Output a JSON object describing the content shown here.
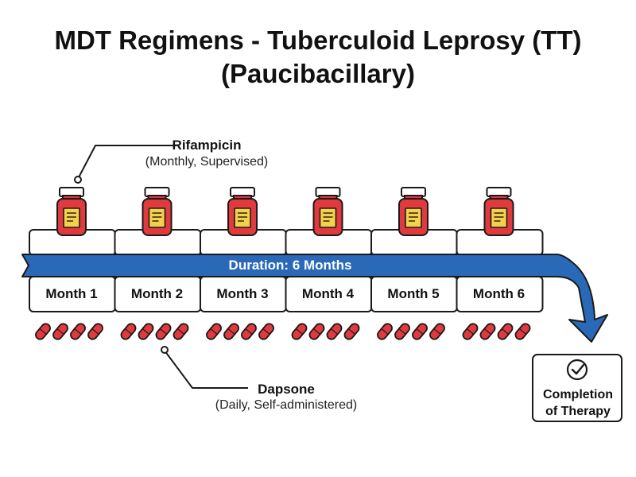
{
  "title_line1": "MDT Regimens - Tuberculoid Leprosy (TT)",
  "title_line2": "(Paucibacillary)",
  "rifampicin": {
    "name": "Rifampicin",
    "detail": "(Monthly, Supervised)"
  },
  "dapsone": {
    "name": "Dapsone",
    "detail": "(Daily, Self-administered)"
  },
  "duration_label": "Duration: 6 Months",
  "months": [
    "Month 1",
    "Month 2",
    "Month 3",
    "Month 4",
    "Month 5",
    "Month 6"
  ],
  "completion_lines": [
    "Completion",
    "of Therapy"
  ],
  "colors": {
    "bottle_red": "#e0393e",
    "bottle_label": "#f5d04a",
    "arrow_blue": "#2a69b8",
    "pill_red": "#e03a3e",
    "outline": "#1a1a1a"
  },
  "icons": [
    "bottle-icon",
    "pill-icon",
    "check-circle-icon"
  ]
}
